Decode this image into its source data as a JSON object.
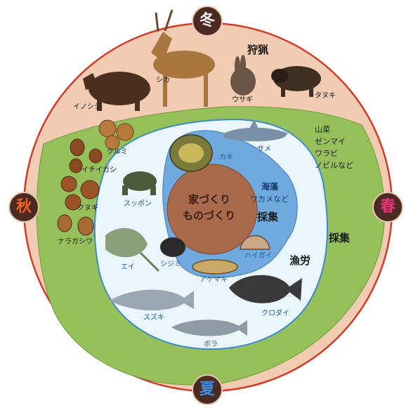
{
  "seasons": {
    "winter": {
      "label": "冬",
      "color": "#f2f2f2"
    },
    "spring": {
      "label": "春",
      "color": "#e8337a"
    },
    "summer": {
      "label": "夏",
      "color": "#3b8be0"
    },
    "autumn": {
      "label": "秋",
      "color": "#f2611d"
    }
  },
  "center": {
    "line1": "家づくり",
    "line2": "ものづくり"
  },
  "activities": {
    "hunting": "狩猟",
    "gathering_land": "採集",
    "gathering_sea": "採集",
    "fishing": "漁労"
  },
  "mountain_plants": {
    "title": "山菜",
    "items": [
      "ゼンマイ",
      "ワラビ",
      "ノビルなど"
    ]
  },
  "seaweed": {
    "title": "海藻",
    "items": "ワカメなど"
  },
  "animals": [
    "イノシシ",
    "シカ",
    "ウサギ",
    "タヌキ"
  ],
  "nuts": [
    "クルミ",
    "イチイガシ",
    "クヌギ",
    "ナラガシワ"
  ],
  "shellfish": [
    "カキ",
    "ハイガイ",
    "アゲマキ",
    "シジミ"
  ],
  "fish": [
    "サメ",
    "スッポン",
    "エイ",
    "スズキ",
    "ボラ",
    "クロダイ"
  ],
  "colors": {
    "outer_ring": "#f1ccb2",
    "outer_border": "#d23a2a",
    "land": "#96c05a",
    "shallow_sea": "#eaf5fc",
    "deep_sea": "#6fa9dd",
    "core": "#a86a4a"
  }
}
